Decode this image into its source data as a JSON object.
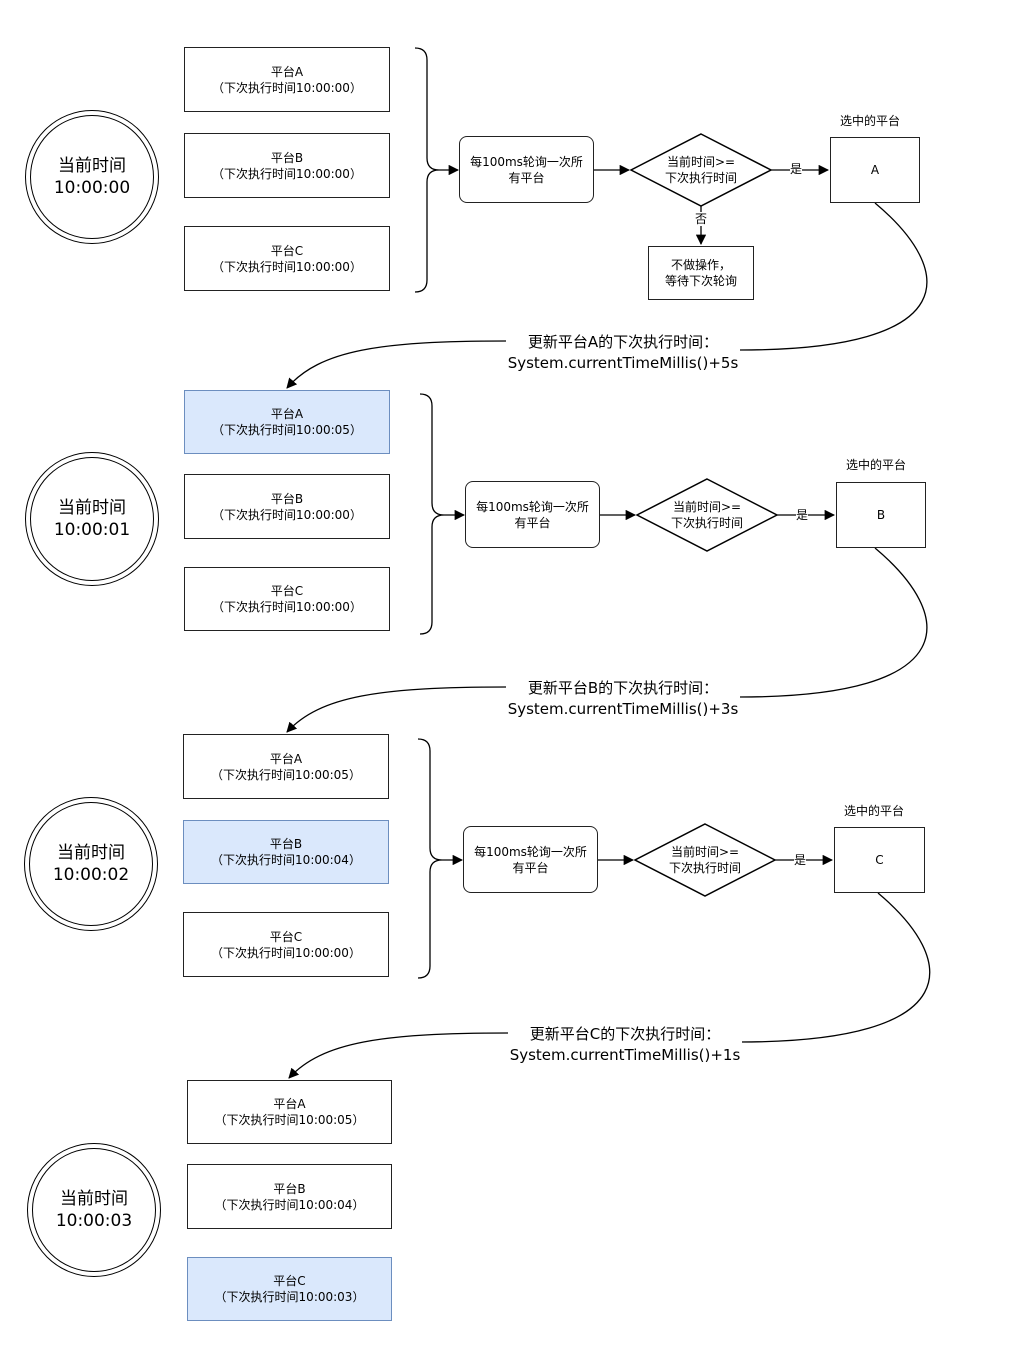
{
  "stages": [
    {
      "current_label": "当前时间",
      "current_time": "10:00:00",
      "platforms": [
        {
          "name": "平台A",
          "next": "（下次执行时间10:00:00）",
          "highlight": false
        },
        {
          "name": "平台B",
          "next": "（下次执行时间10:00:00）",
          "highlight": false
        },
        {
          "name": "平台C",
          "next": "（下次执行时间10:00:00）",
          "highlight": false
        }
      ],
      "poll_line1": "每100ms轮询一次所",
      "poll_line2": "有平台",
      "decision_line1": "当前时间>=",
      "decision_line2": "下次执行时间",
      "yes_label": "是",
      "no_label": "否",
      "noop_line1": "不做操作，",
      "noop_line2": "等待下次轮询",
      "selected_caption": "选中的平台",
      "selected": "A",
      "update_line1": "更新平台A的下次执行时间：",
      "update_line2": "System.currentTimeMillis()+5s"
    },
    {
      "current_label": "当前时间",
      "current_time": "10:00:01",
      "platforms": [
        {
          "name": "平台A",
          "next": "（下次执行时间10:00:05）",
          "highlight": true
        },
        {
          "name": "平台B",
          "next": "（下次执行时间10:00:00）",
          "highlight": false
        },
        {
          "name": "平台C",
          "next": "（下次执行时间10:00:00）",
          "highlight": false
        }
      ],
      "poll_line1": "每100ms轮询一次所",
      "poll_line2": "有平台",
      "decision_line1": "当前时间>=",
      "decision_line2": "下次执行时间",
      "yes_label": "是",
      "selected_caption": "选中的平台",
      "selected": "B",
      "update_line1": "更新平台B的下次执行时间：",
      "update_line2": "System.currentTimeMillis()+3s"
    },
    {
      "current_label": "当前时间",
      "current_time": "10:00:02",
      "platforms": [
        {
          "name": "平台A",
          "next": "（下次执行时间10:00:05）",
          "highlight": false
        },
        {
          "name": "平台B",
          "next": "（下次执行时间10:00:04）",
          "highlight": true
        },
        {
          "name": "平台C",
          "next": "（下次执行时间10:00:00）",
          "highlight": false
        }
      ],
      "poll_line1": "每100ms轮询一次所",
      "poll_line2": "有平台",
      "decision_line1": "当前时间>=",
      "decision_line2": "下次执行时间",
      "yes_label": "是",
      "selected_caption": "选中的平台",
      "selected": "C",
      "update_line1": "更新平台C的下次执行时间：",
      "update_line2": "System.currentTimeMillis()+1s"
    },
    {
      "current_label": "当前时间",
      "current_time": "10:00:03",
      "platforms": [
        {
          "name": "平台A",
          "next": "（下次执行时间10:00:05）",
          "highlight": false
        },
        {
          "name": "平台B",
          "next": "（下次执行时间10:00:04）",
          "highlight": false
        },
        {
          "name": "平台C",
          "next": "（下次执行时间10:00:03）",
          "highlight": true
        }
      ]
    }
  ]
}
